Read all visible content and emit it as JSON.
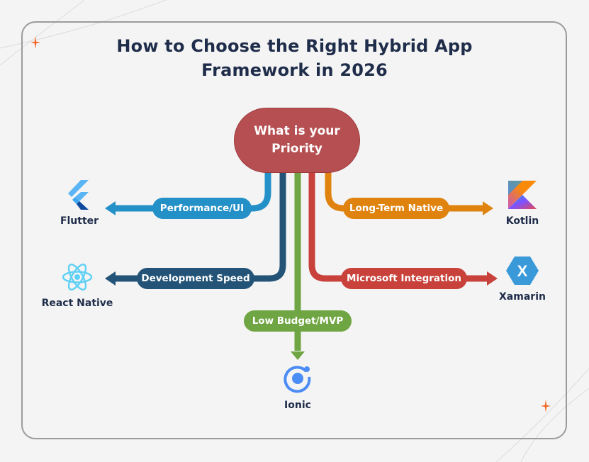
{
  "title": {
    "line1": "How to Choose the Right Hybrid App",
    "line2": "Framework in 2026"
  },
  "center_node": {
    "line1": "What is your",
    "line2": "Priority",
    "color": "#b54f52"
  },
  "branches": [
    {
      "priority": "Performance/UI",
      "framework": "Flutter",
      "color": "#2390c8",
      "icon": "flutter-logo-icon"
    },
    {
      "priority": "Development Speed",
      "framework": "React Native",
      "color": "#235477",
      "icon": "react-logo-icon"
    },
    {
      "priority": "Low Budget/MVP",
      "framework": "Ionic",
      "color": "#6fa542",
      "icon": "ionic-logo-icon"
    },
    {
      "priority": "Microsoft Integration",
      "framework": "Xamarin",
      "color": "#c8413b",
      "icon": "xamarin-logo-icon"
    },
    {
      "priority": "Long-Term Native",
      "framework": "Kotlin",
      "color": "#e0830e",
      "icon": "kotlin-logo-icon"
    }
  ],
  "accent_color": "#f26522"
}
